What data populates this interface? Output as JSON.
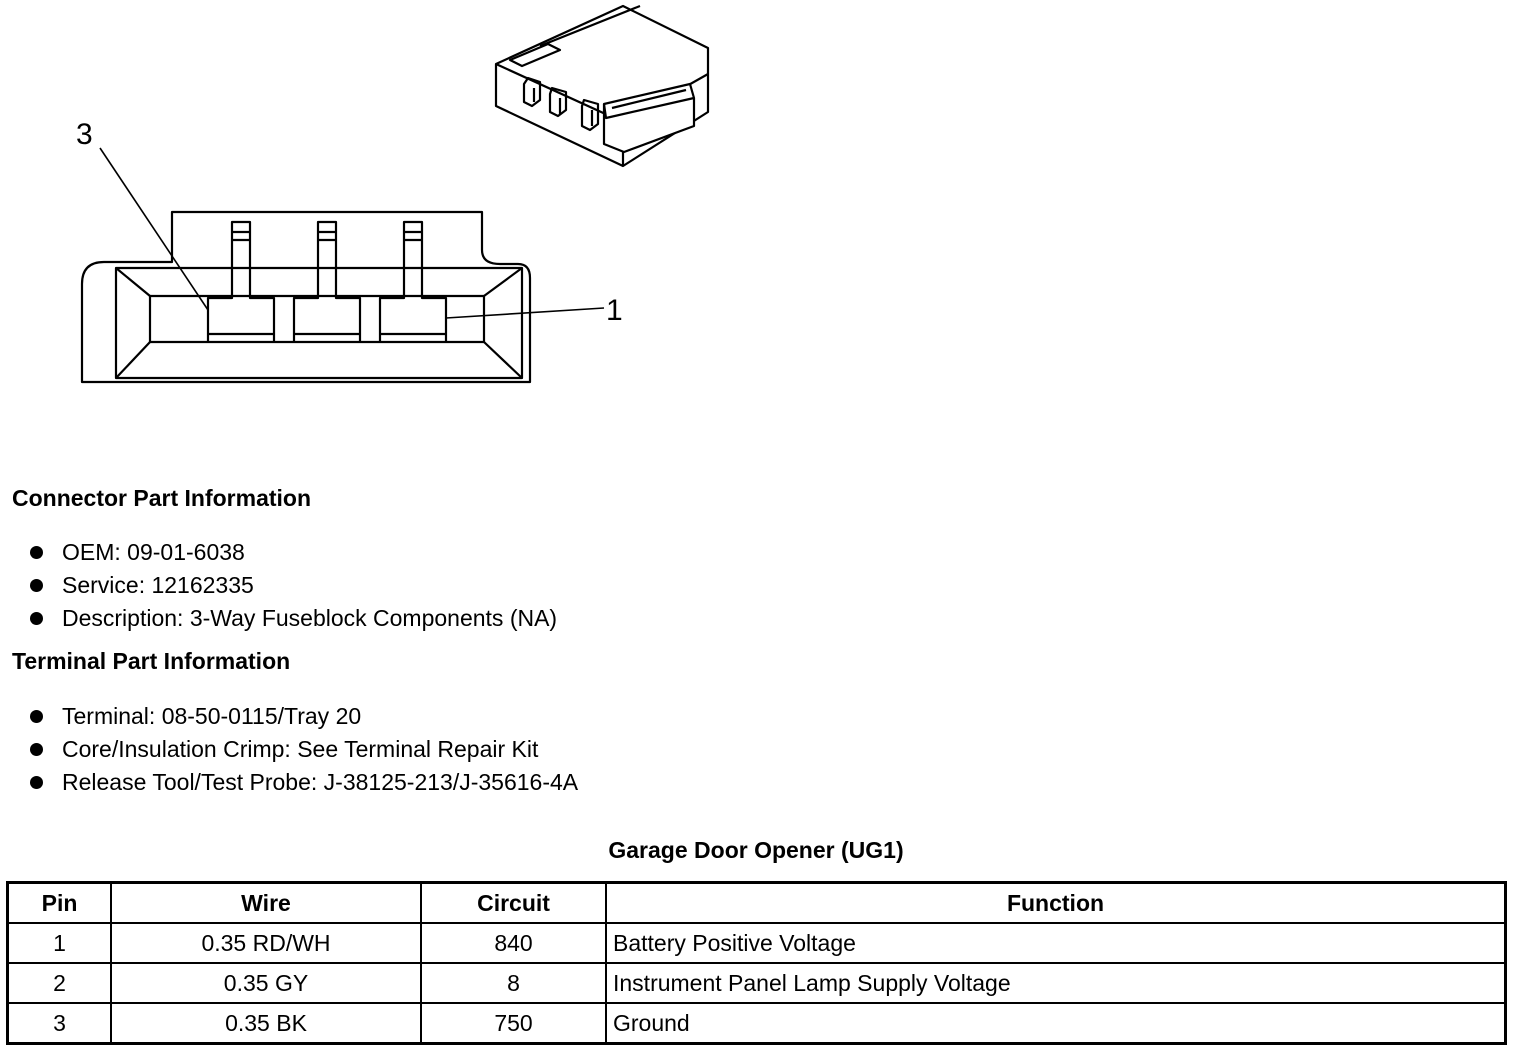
{
  "diagram": {
    "callout_3": "3",
    "callout_1": "1"
  },
  "connector_info": {
    "heading": "Connector Part Information",
    "items": [
      "OEM: 09-01-6038",
      "Service: 12162335",
      "Description: 3-Way Fuseblock Components (NA)"
    ]
  },
  "terminal_info": {
    "heading": "Terminal Part Information",
    "items": [
      "Terminal: 08-50-0115/Tray 20",
      "Core/Insulation Crimp: See Terminal Repair Kit",
      "Release Tool/Test Probe: J-38125-213/J-35616-4A"
    ]
  },
  "table": {
    "title": "Garage Door Opener (UG1)",
    "headers": [
      "Pin",
      "Wire",
      "Circuit",
      "Function"
    ],
    "rows": [
      [
        "1",
        "0.35 RD/WH",
        "840",
        "Battery Positive Voltage"
      ],
      [
        "2",
        "0.35 GY",
        "8",
        "Instrument Panel Lamp Supply Voltage"
      ],
      [
        "3",
        "0.35 BK",
        "750",
        "Ground"
      ]
    ]
  }
}
